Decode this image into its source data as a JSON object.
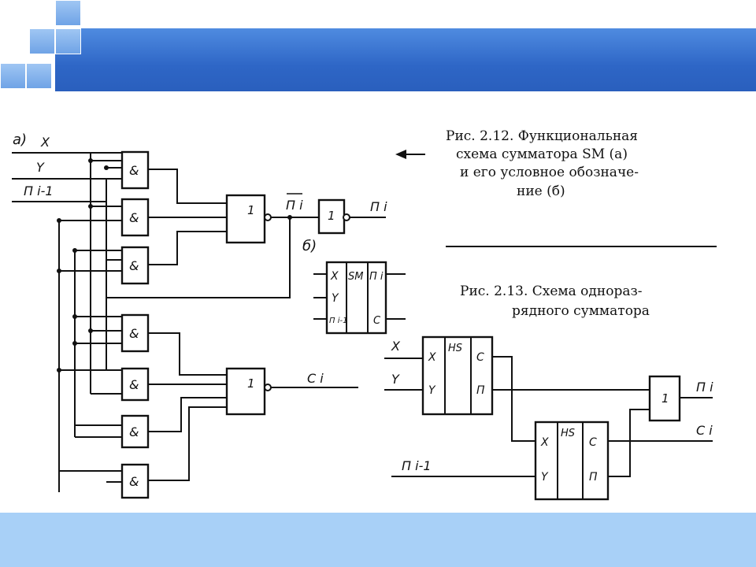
{
  "caption_212": {
    "line1": "Рис. 2.12. Функциональная",
    "line2": "схема сумматора SM (а)",
    "line3": "и его условное обозначе-",
    "line4": "ние (б)"
  },
  "caption_213": {
    "line1": "Рис. 2.13. Схема однораз-",
    "line2": "рядного сумматора"
  },
  "scheme_a": {
    "label": "а)",
    "input_x": "X",
    "input_y": "Y",
    "input_p": "П i-1",
    "and_symbol": "&",
    "or_symbol": "1",
    "not_p_out": "П i",
    "p_out": "П i",
    "c_out": "C i"
  },
  "scheme_b": {
    "label": "б)",
    "sm": "SM",
    "x": "X",
    "y": "Y",
    "p_in": "П i-1",
    "p_out": "П i",
    "c": "C"
  },
  "scheme_213": {
    "x": "X",
    "y": "Y",
    "p_in": "П i-1",
    "hs": "HS",
    "c": "C",
    "p": "П",
    "or_symbol": "1",
    "p_out": "П i",
    "c_out": "C i"
  },
  "colors": {
    "header": "#2e66c6",
    "squares": "#8ab8ef",
    "footer": "#a8d0f7",
    "ink": "#111111"
  }
}
